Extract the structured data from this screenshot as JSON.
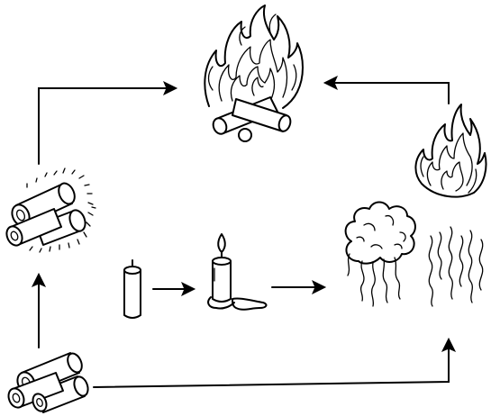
{
  "diagram": {
    "nodes": [
      {
        "id": "campfire",
        "icon": "campfire-icon"
      },
      {
        "id": "flames",
        "icon": "flames-icon"
      },
      {
        "id": "heated-logs",
        "icon": "heated-logs-icon"
      },
      {
        "id": "cold-logs",
        "icon": "logs-icon"
      },
      {
        "id": "candle-unlit",
        "icon": "candle-icon"
      },
      {
        "id": "candle-melting",
        "icon": "lit-candle-icon"
      },
      {
        "id": "smoke",
        "icon": "smoke-cloud-icon"
      },
      {
        "id": "vapor",
        "icon": "vapor-icon"
      }
    ],
    "edges": [
      {
        "from": "heated-logs",
        "to": "campfire"
      },
      {
        "from": "flames",
        "to": "campfire"
      },
      {
        "from": "cold-logs",
        "to": "heated-logs"
      },
      {
        "from": "cold-logs",
        "to": "smoke"
      },
      {
        "from": "candle-unlit",
        "to": "candle-melting"
      },
      {
        "from": "candle-melting",
        "to": "smoke"
      }
    ],
    "colors": {
      "ink": "#000000",
      "background": "#ffffff"
    }
  }
}
